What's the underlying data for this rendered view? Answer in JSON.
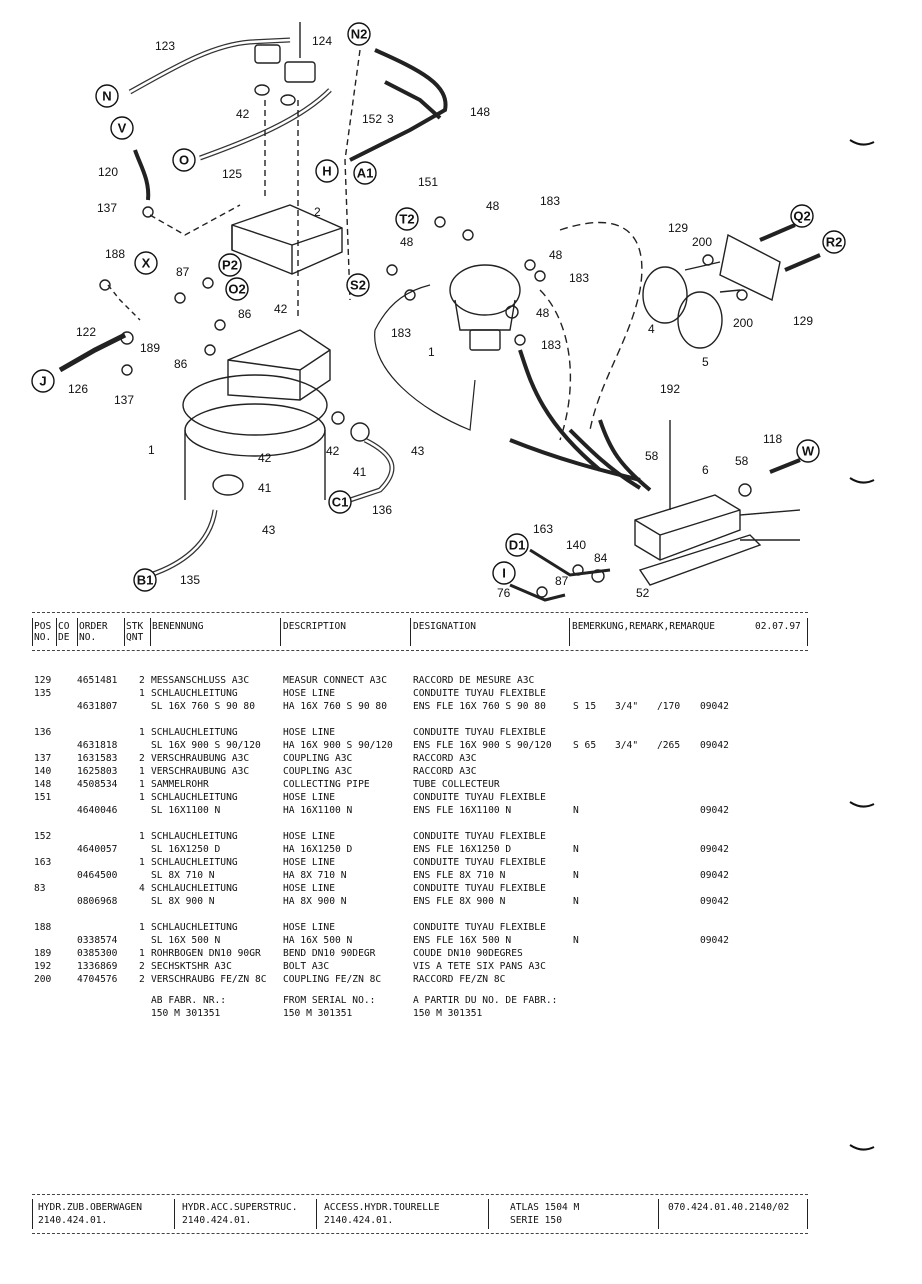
{
  "diagram": {
    "part_labels": [
      "123",
      "124",
      "42",
      "125",
      "120",
      "137",
      "2",
      "188",
      "87",
      "86",
      "42",
      "122",
      "189",
      "86",
      "126",
      "137",
      "1",
      "42",
      "41",
      "43",
      "135",
      "42",
      "41",
      "43",
      "136",
      "152",
      "3",
      "148",
      "151",
      "48",
      "183",
      "48",
      "48",
      "183",
      "183",
      "48",
      "183",
      "1",
      "129",
      "200",
      "4",
      "200",
      "129",
      "5",
      "192",
      "118",
      "58",
      "6",
      "58",
      "163",
      "140",
      "84",
      "87",
      "52",
      "76"
    ],
    "circle_labels": [
      "N2",
      "N",
      "V",
      "O",
      "H",
      "A1",
      "T2",
      "X",
      "P2",
      "O2",
      "S2",
      "J",
      "C1",
      "B1",
      "D1",
      "I",
      "Q2",
      "R2",
      "W"
    ]
  },
  "table": {
    "date": "02.07.97",
    "headers": {
      "pos": [
        "POS",
        "NO."
      ],
      "co": [
        "CO",
        "DE"
      ],
      "order": [
        "ORDER",
        "NO."
      ],
      "stk": [
        "STK",
        "QNT"
      ],
      "benennung": "BENENNUNG",
      "description": "DESCRIPTION",
      "designation": "DESIGNATION",
      "bemerkung": "BEMERKUNG,REMARK,REMARQUE"
    },
    "rows": [
      {
        "pos": "129",
        "order": "4651481",
        "qty": "2",
        "de": "MESSANSCHLUSS A3C",
        "en": "MEASUR CONNECT A3C",
        "fr": "RACCORD DE MESURE A3C",
        "r1": "",
        "r2": "",
        "r3": "",
        "r4": ""
      },
      {
        "pos": "135",
        "order": "",
        "qty": "1",
        "de": "SCHLAUCHLEITUNG",
        "en": "HOSE LINE",
        "fr": "CONDUITE TUYAU FLEXIBLE",
        "r1": "",
        "r2": "",
        "r3": "",
        "r4": ""
      },
      {
        "pos": "",
        "order": "4631807",
        "qty": "",
        "de": "SL 16X 760 S 90  80",
        "en": "HA 16X 760 S 90  80",
        "fr": "ENS FLE 16X 760 S 90  80",
        "r1": "S 15",
        "r2": "3/4\"",
        "r3": "/170",
        "r4": "09042"
      },
      {
        "pos": "136",
        "order": "",
        "qty": "1",
        "de": "SCHLAUCHLEITUNG",
        "en": "HOSE LINE",
        "fr": "CONDUITE TUYAU FLEXIBLE",
        "r1": "",
        "r2": "",
        "r3": "",
        "r4": ""
      },
      {
        "pos": "",
        "order": "4631818",
        "qty": "",
        "de": "SL 16X 900 S 90/120",
        "en": "HA 16X 900 S 90/120",
        "fr": "ENS FLE 16X 900 S 90/120",
        "r1": "S 65",
        "r2": "3/4\"",
        "r3": "/265",
        "r4": "09042"
      },
      {
        "pos": "137",
        "order": "1631583",
        "qty": "2",
        "de": "VERSCHRAUBUNG A3C",
        "en": "COUPLING A3C",
        "fr": "RACCORD A3C",
        "r1": "",
        "r2": "",
        "r3": "",
        "r4": ""
      },
      {
        "pos": "140",
        "order": "1625803",
        "qty": "1",
        "de": "VERSCHRAUBUNG A3C",
        "en": "COUPLING A3C",
        "fr": "RACCORD A3C",
        "r1": "",
        "r2": "",
        "r3": "",
        "r4": ""
      },
      {
        "pos": "148",
        "order": "4508534",
        "qty": "1",
        "de": "SAMMELROHR",
        "en": "COLLECTING PIPE",
        "fr": "TUBE COLLECTEUR",
        "r1": "",
        "r2": "",
        "r3": "",
        "r4": ""
      },
      {
        "pos": "151",
        "order": "",
        "qty": "1",
        "de": "SCHLAUCHLEITUNG",
        "en": "HOSE LINE",
        "fr": "CONDUITE TUYAU FLEXIBLE",
        "r1": "",
        "r2": "",
        "r3": "",
        "r4": ""
      },
      {
        "pos": "",
        "order": "4640046",
        "qty": "",
        "de": "SL 16X1100 N",
        "en": "HA 16X1100 N",
        "fr": "ENS FLE 16X1100 N",
        "r1": "N",
        "r2": "",
        "r3": "",
        "r4": "09042"
      },
      {
        "pos": "152",
        "order": "",
        "qty": "1",
        "de": "SCHLAUCHLEITUNG",
        "en": "HOSE LINE",
        "fr": "CONDUITE TUYAU FLEXIBLE",
        "r1": "",
        "r2": "",
        "r3": "",
        "r4": ""
      },
      {
        "pos": "",
        "order": "4640057",
        "qty": "",
        "de": "SL 16X1250 D",
        "en": "HA 16X1250 D",
        "fr": "ENS FLE 16X1250 D",
        "r1": "N",
        "r2": "",
        "r3": "",
        "r4": "09042"
      },
      {
        "pos": "163",
        "order": "",
        "qty": "1",
        "de": "SCHLAUCHLEITUNG",
        "en": "HOSE LINE",
        "fr": "CONDUITE TUYAU FLEXIBLE",
        "r1": "",
        "r2": "",
        "r3": "",
        "r4": ""
      },
      {
        "pos": "",
        "order": "0464500",
        "qty": "",
        "de": "SL  8X 710 N",
        "en": "HA  8X 710 N",
        "fr": "ENS FLE  8X 710 N",
        "r1": "N",
        "r2": "",
        "r3": "",
        "r4": "09042"
      },
      {
        "pos": "83",
        "order": "",
        "qty": "4",
        "de": "SCHLAUCHLEITUNG",
        "en": "HOSE LINE",
        "fr": "CONDUITE TUYAU FLEXIBLE",
        "r1": "",
        "r2": "",
        "r3": "",
        "r4": ""
      },
      {
        "pos": "",
        "order": "0806968",
        "qty": "",
        "de": "SL  8X 900 N",
        "en": "HA  8X 900 N",
        "fr": "ENS FLE  8X 900 N",
        "r1": "N",
        "r2": "",
        "r3": "",
        "r4": "09042"
      },
      {
        "pos": "188",
        "order": "",
        "qty": "1",
        "de": "SCHLAUCHLEITUNG",
        "en": "HOSE LINE",
        "fr": "CONDUITE TUYAU FLEXIBLE",
        "r1": "",
        "r2": "",
        "r3": "",
        "r4": ""
      },
      {
        "pos": "",
        "order": "0338574",
        "qty": "",
        "de": "SL 16X 500 N",
        "en": "HA 16X 500 N",
        "fr": "ENS FLE 16X 500 N",
        "r1": "N",
        "r2": "",
        "r3": "",
        "r4": "09042"
      },
      {
        "pos": "189",
        "order": "0385300",
        "qty": "1",
        "de": "ROHRBOGEN DN10  90GR",
        "en": "BEND DN10  90DEGR",
        "fr": "COUDE DN10  90DEGRES",
        "r1": "",
        "r2": "",
        "r3": "",
        "r4": ""
      },
      {
        "pos": "192",
        "order": "1336869",
        "qty": "2",
        "de": "SECHSKTSHR A3C",
        "en": "BOLT A3C",
        "fr": "VIS A TETE SIX PANS A3C",
        "r1": "",
        "r2": "",
        "r3": "",
        "r4": ""
      },
      {
        "pos": "200",
        "order": "4704576",
        "qty": "2",
        "de": "VERSCHRAUBG FE/ZN 8C",
        "en": "COUPLING FE/ZN 8C",
        "fr": "RACCORD FE/ZN 8C",
        "r1": "",
        "r2": "",
        "r3": "",
        "r4": ""
      }
    ],
    "serial": {
      "de_label": "AB FABR. NR.:",
      "en_label": "FROM SERIAL NO.:",
      "fr_label": "A PARTIR DU NO. DE FABR.:",
      "value": "150 M 301351"
    }
  },
  "footer": {
    "c1": [
      "HYDR.ZUB.OBERWAGEN",
      "2140.424.01."
    ],
    "c2": [
      "HYDR.ACC.SUPERSTRUC.",
      "2140.424.01."
    ],
    "c3": [
      "ACCESS.HYDR.TOURELLE",
      "2140.424.01."
    ],
    "c4": [
      "ATLAS 1504 M",
      "SERIE 150"
    ],
    "c5": "070.424.01.40.2140/02"
  }
}
